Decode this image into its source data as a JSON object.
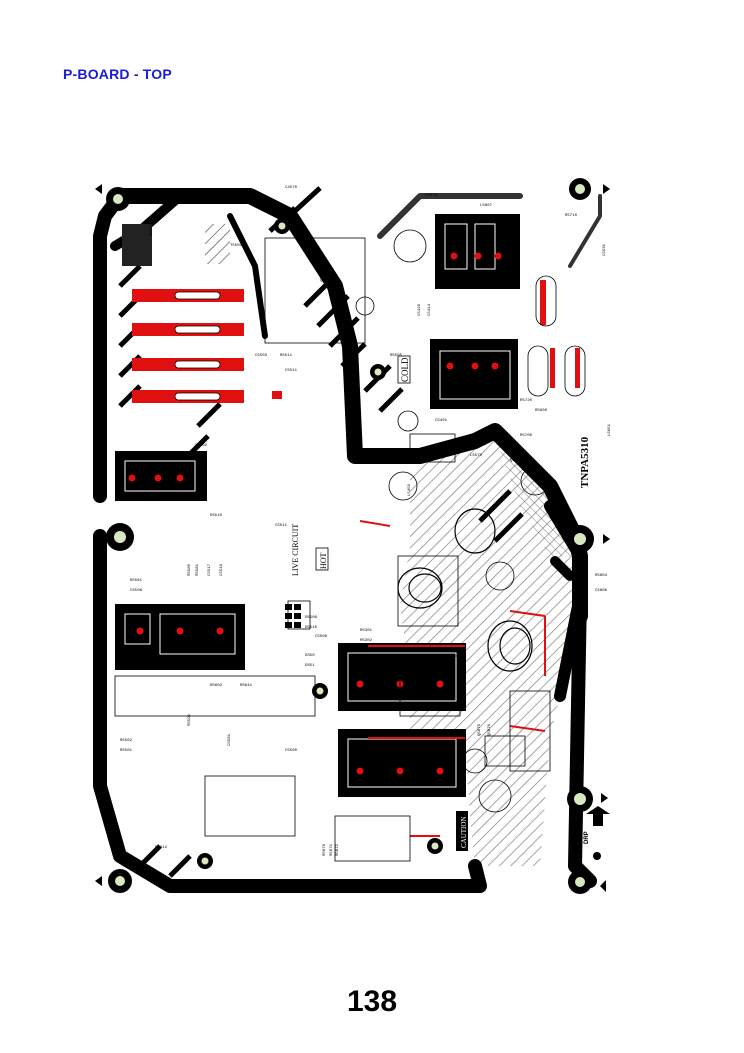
{
  "header": {
    "title": "P-BOARD - TOP"
  },
  "footer": {
    "page_number": "138"
  },
  "board": {
    "cold_label": "COLD",
    "hot_label": "HOT",
    "live_circuit_label": "LIVE CIRCUIT",
    "board_code": "TNPA5310",
    "caution_label": "CAUTION",
    "drp_label": "DRP",
    "colors": {
      "trace": "#000000",
      "highlight": "#e01010",
      "via_fill": "#d8e8c0",
      "hatch": "#555555"
    }
  }
}
